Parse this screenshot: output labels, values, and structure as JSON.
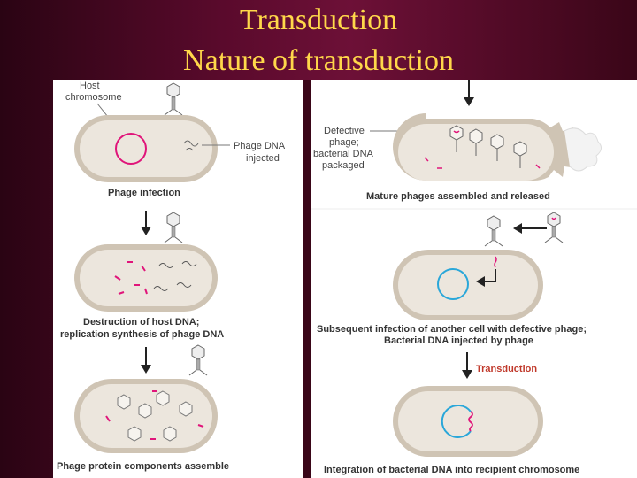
{
  "title": {
    "line1": "Transduction",
    "line2": "Nature of transduction"
  },
  "left": {
    "host_label_1": "Host",
    "host_label_2": "chromosome",
    "phage_dna_1": "Phage DNA",
    "phage_dna_2": "injected",
    "step1": "Phage infection",
    "step2_1": "Destruction of host DNA;",
    "step2_2": "replication synthesis of phage DNA",
    "step3": "Phage protein components assemble"
  },
  "right": {
    "defective_1": "Defective",
    "defective_2": "phage;",
    "defective_3": "bacterial DNA",
    "defective_4": "packaged",
    "step4": "Mature phages assembled and released",
    "step5_1": "Subsequent infection of another cell with defective phage;",
    "step5_2": "Bacterial DNA injected by phage",
    "transduction": "Transduction",
    "step6": "Integration of bacterial DNA into recipient chromosome"
  },
  "colors": {
    "title": "#ffd84a",
    "cell_fill": "#e9e1d6",
    "cell_wall": "#b9ab98",
    "host_chromosome": "#e0157a",
    "recipient_chromosome": "#2aa7d9",
    "transduction_label": "#c0392b"
  }
}
